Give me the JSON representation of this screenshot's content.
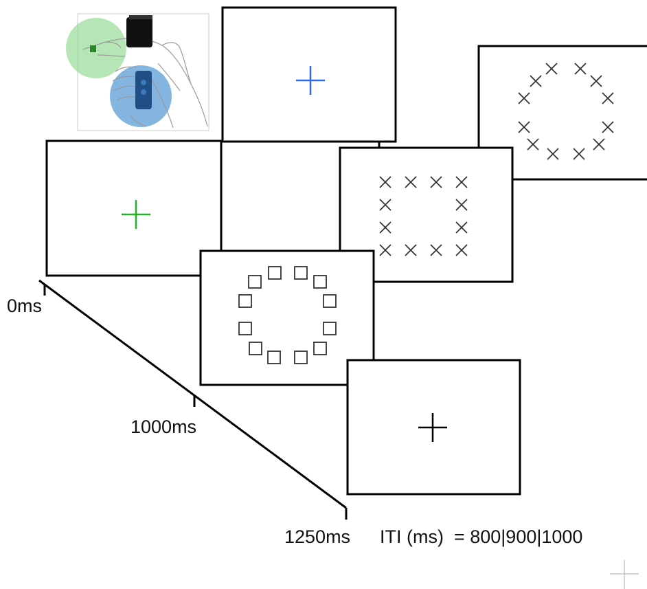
{
  "timeline": {
    "marks": [
      {
        "label": "0ms"
      },
      {
        "label": "1000ms"
      },
      {
        "label": "1250ms"
      }
    ],
    "iti_label": "ITI (ms)  = 800|900|1000"
  },
  "colors": {
    "frame": "#000000",
    "fixation_green": "#22b22a",
    "fixation_blue": "#2f6ae6",
    "fixation_black": "#000000",
    "response_left_zone": "#8fd98f",
    "response_right_zone": "#5b9bd5",
    "stimulus_stroke": "#333333"
  },
  "screens": [
    {
      "content": "fixation-cross-green"
    },
    {
      "content": "fixation-cross-blue"
    },
    {
      "content": "blank"
    },
    {
      "content": "x-square-array"
    },
    {
      "content": "x-circle-array"
    },
    {
      "content": "square-circle-array"
    },
    {
      "content": "fixation-cross-black"
    }
  ],
  "inset": {
    "content": "hand-response-device-illustration"
  }
}
